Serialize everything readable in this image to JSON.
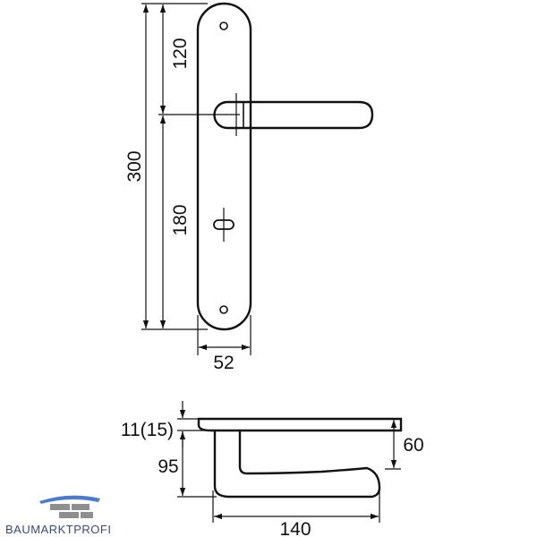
{
  "dimensions": {
    "overall_height": "300",
    "upper_section": "120",
    "lower_section": "180",
    "plate_width": "52",
    "plate_thickness": "11(15)",
    "handle_projection": "60",
    "handle_offset": "95",
    "handle_length": "140"
  },
  "logo": {
    "text": "BAUMARKTPROFI",
    "colors": {
      "blue": "#4f7ac7",
      "gray": "#8f8f8f",
      "dark": "#3a4a78"
    }
  }
}
